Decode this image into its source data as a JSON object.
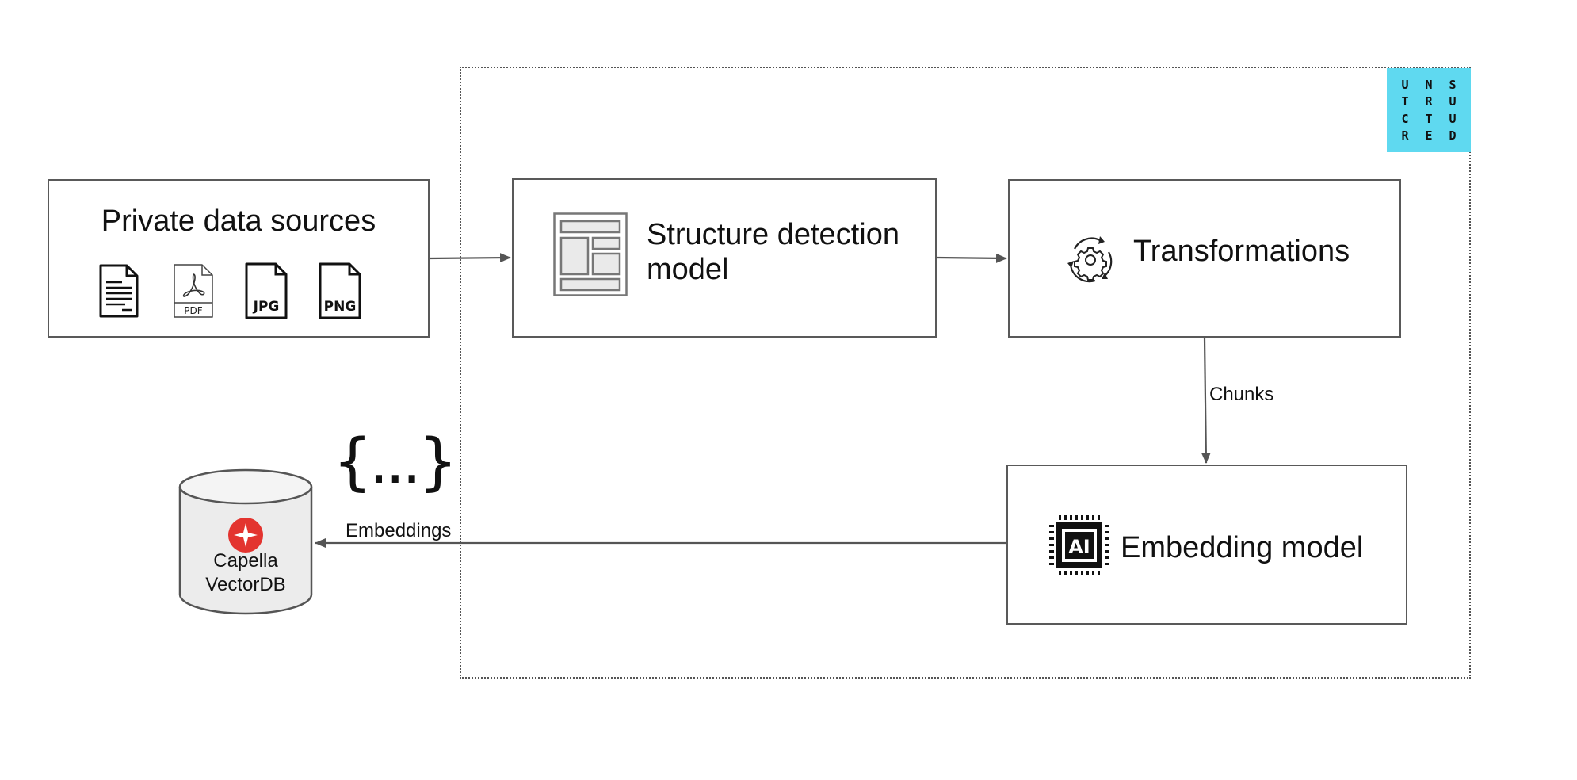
{
  "brand": {
    "logo_letters": [
      "U",
      "N",
      "S",
      "T",
      "R",
      "U",
      "C",
      "T",
      "U",
      "R",
      "E",
      "D"
    ],
    "accent": "#5fd9f0"
  },
  "nodes": {
    "sources": {
      "title": "Private data sources",
      "icons": [
        "text-document-icon",
        "pdf-file-icon",
        "jpg-file-icon",
        "png-file-icon"
      ],
      "pdf_label": "PDF",
      "jpg_label": "JPG",
      "png_label": "PNG"
    },
    "structure": {
      "title_line1": "Structure detection",
      "title_line2": "model",
      "icon": "layout-grid-icon"
    },
    "transformations": {
      "title": "Transformations",
      "icon": "gear-cycle-icon"
    },
    "embedding": {
      "title": "Embedding model",
      "icon": "ai-chip-icon",
      "chip_label": "AI"
    },
    "vectordb": {
      "title_line1": "Capella",
      "title_line2": "VectorDB",
      "icon": "capella-badge-icon",
      "badge_color": "#e3342f"
    }
  },
  "edges": {
    "chunks_label": "Chunks",
    "embeddings_label": "Embeddings",
    "json_glyph": "{...}"
  }
}
